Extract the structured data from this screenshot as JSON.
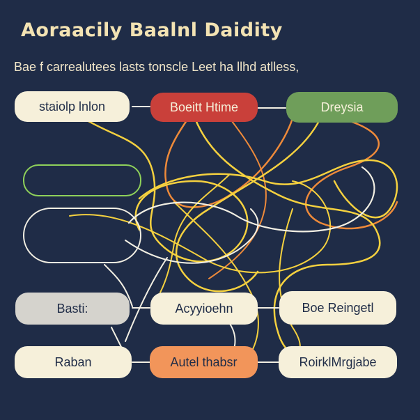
{
  "title": "Aoraacily Baalnl Daidity",
  "subtitle": "Bae f carrealutees lasts tonscle Leet ha llhd atlless,",
  "nodes": {
    "top_left": "staiolp lnlon",
    "top_center": "Boeitt Htime",
    "top_right": "Dreysia",
    "bottom_left_1": "Basti:",
    "bottom_center_1": "Acyyioehn",
    "bottom_right_1": "Boe Reingetl",
    "bottom_left_2": "Raban",
    "bottom_center_2": "Autel thabsr",
    "bottom_right_2": "RoirklMrgjabe"
  },
  "colors": {
    "background": "#1f2c47",
    "link_yellow": "#f5d13f",
    "link_orange": "#ee8a3a",
    "link_white": "#f2efe3",
    "node_red": "#c9403a",
    "node_green": "#6f9e5a",
    "node_orange": "#f2955a",
    "node_cream": "#f6f0da",
    "node_gray": "#d5d3cd",
    "outline_green": "#8fd15a"
  }
}
